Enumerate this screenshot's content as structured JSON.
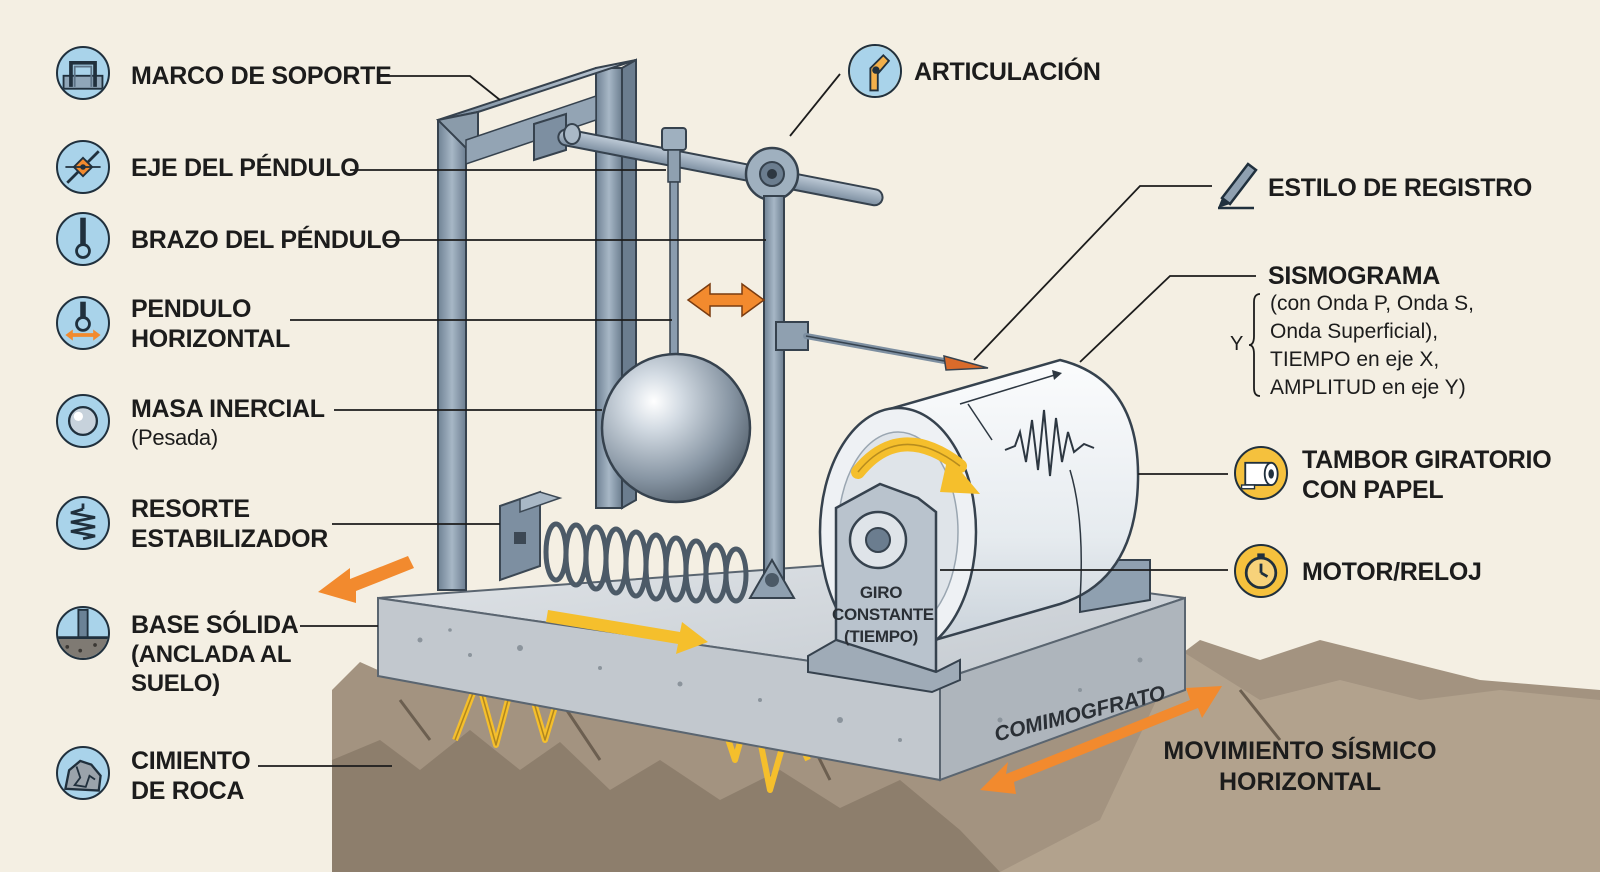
{
  "labels": {
    "marco": "MARCO DE SOPORTE",
    "eje": "EJE DEL PÉNDULO",
    "brazo": "BRAZO DEL PÉNDULO",
    "pendulo_1": "PENDULO",
    "pendulo_2": "HORIZONTAL",
    "masa": "MASA INERCIAL",
    "masa_sub": "(Pesada)",
    "resorte_1": "RESORTE",
    "resorte_2": "ESTABILIZADOR",
    "base_1": "BASE SÓLIDA",
    "base_2": "(ANCLADA AL",
    "base_3": "SUELO)",
    "cimiento_1": "CIMIENTO",
    "cimiento_2": "DE ROCA",
    "articulacion": "ARTICULACIÓN",
    "estilo": "ESTILO DE REGISTRO",
    "sismograma": "SISMOGRAMA",
    "sismo_lines": [
      "(con Onda P, Onda S,",
      "Onda Superficial),",
      "TIEMPO en eje X,",
      "AMPLITUD en eje Y)"
    ],
    "brace_y": "Y",
    "tambor_1": "TAMBOR GIRATORIO",
    "tambor_2": "CON PAPEL",
    "motor": "MOTOR/RELOJ",
    "giro_1": "GIRO",
    "giro_2": "CONSTANTE",
    "giro_3": "(TIEMPO)",
    "base_name": "COMIMOGFRATO",
    "movimiento_1": "MOVIMIENTO SÍSMICO",
    "movimiento_2": "HORIZONTAL"
  },
  "colors": {
    "background": "#f4efe3",
    "steel": "#8d9fb0",
    "concrete": "#c7ccd2",
    "rock": "#9a8a78",
    "arrow_orange": "#f28a2e",
    "arrow_yellow": "#f5bf2c",
    "icon_blue": "#a9d3ea",
    "icon_orange": "#f3b04b",
    "icon_yellow": "#f5c13d"
  },
  "icons": [
    "frame-icon",
    "axis-icon",
    "arm-icon",
    "pendulum-icon",
    "mass-icon",
    "spring-icon",
    "base-icon",
    "rock-icon",
    "hinge-icon",
    "pen-icon",
    "paper-roll-icon",
    "clock-icon"
  ]
}
